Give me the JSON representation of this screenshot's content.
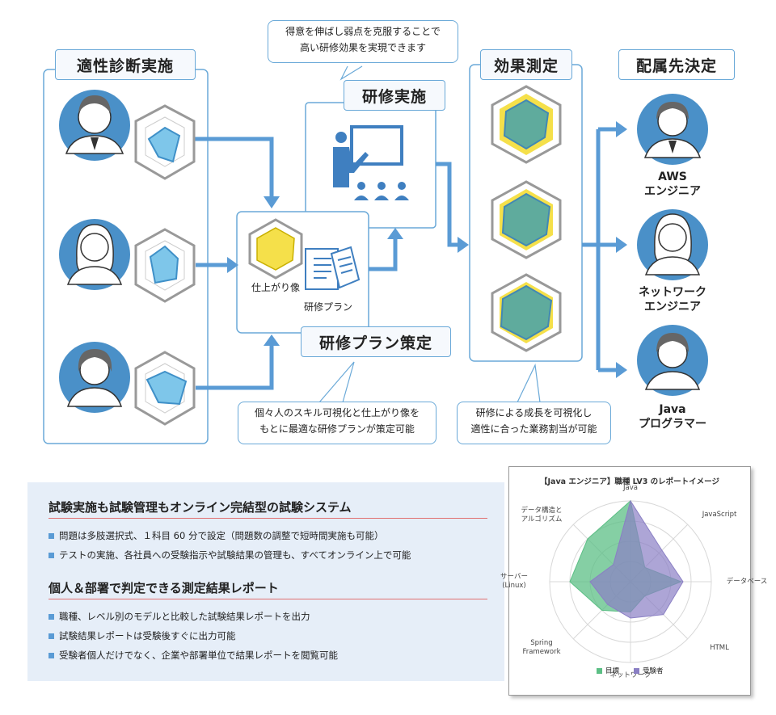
{
  "flow": {
    "aptitude_title": "適性診断実施",
    "training_title": "研修実施",
    "plan_title": "研修プラン策定",
    "effect_title": "効果測定",
    "assign_title": "配属先決定",
    "plan_caption_image": "仕上がり像",
    "plan_caption_doc": "研修プラン",
    "callout_top": [
      "得意を伸ばし弱点を克服することで",
      "高い研修効果を実現できます"
    ],
    "callout_plan": [
      "個々人のスキル可視化と仕上がり像を",
      "もとに最適な研修プランが策定可能"
    ],
    "callout_effect": [
      "研修による成長を可視化し",
      "適性に合った業務割当が可能"
    ],
    "roles": [
      {
        "line1": "AWS",
        "line2": "エンジニア"
      },
      {
        "line1": "ネットワーク",
        "line2": "エンジニア"
      },
      {
        "line1": "Java",
        "line2": "プログラマー"
      }
    ]
  },
  "sections": [
    {
      "title": "試験実施も試験管理もオンライン完結型の試験システム",
      "bullets": [
        "問題は多肢選択式、１科目 60 分で設定（問題数の調整で短時間実施も可能）",
        "テストの実施、各社員への受験指示や試験結果の管理も、すべてオンライン上で可能"
      ]
    },
    {
      "title": "個人＆部署で判定できる測定結果レポート",
      "bullets": [
        "職種、レベル別のモデルと比較した試験結果レポートを出力",
        "試験結果レポートは受験後すぐに出力可能",
        "受験者個人だけでなく、企業や部署単位で結果レポートを閲覧可能"
      ]
    }
  ],
  "chart_data": {
    "type": "radar",
    "title": "【Java エンジニア】職種 LV3 のレポートイメージ",
    "axes": [
      "Java",
      "JavaScript",
      "データベース",
      "HTML",
      "ネットワーク",
      "Spring\nFramework",
      "サーバー\n(Linux)",
      "データ構造と\nアルゴリズム"
    ],
    "max": 4,
    "series": [
      {
        "name": "目標",
        "values": [
          4,
          1,
          2.5,
          1,
          1.5,
          2,
          3,
          3
        ],
        "color": "#5cbf85"
      },
      {
        "name": "受験者",
        "values": [
          4,
          2.2,
          2.6,
          2.3,
          1.8,
          1.6,
          2,
          1.2
        ],
        "color": "#8a7fc4"
      }
    ]
  },
  "colors": {
    "accent": "#5a9bd5",
    "avatar_bg": "#4a90c8",
    "target_yellow": "#f5e04a",
    "teal": "#4fa6a6"
  }
}
